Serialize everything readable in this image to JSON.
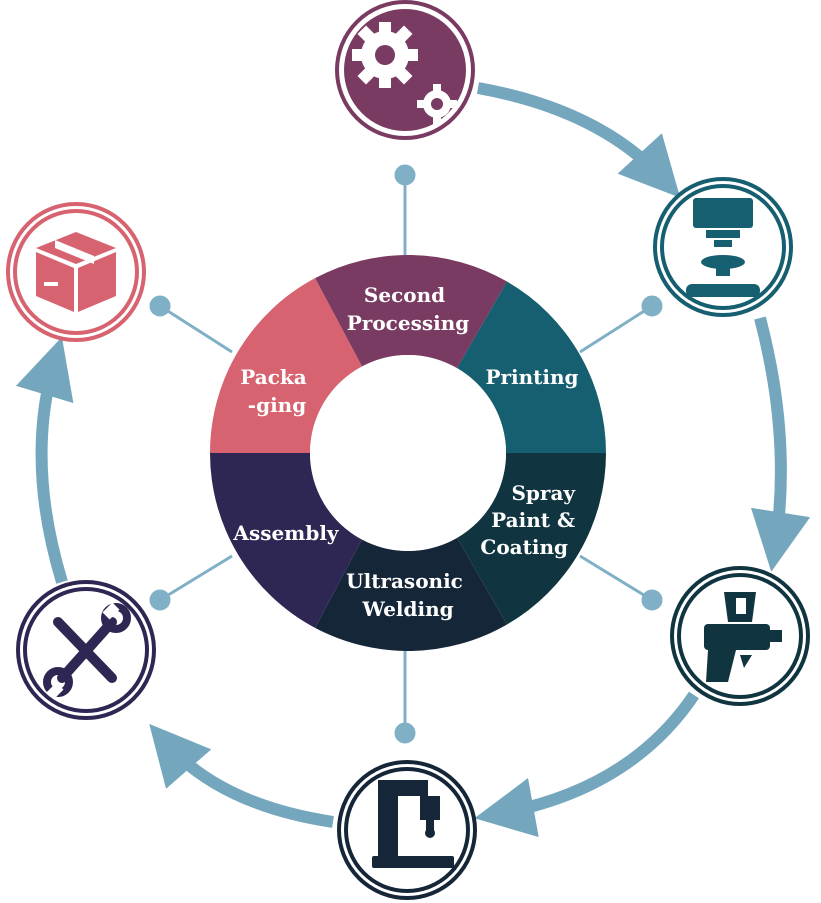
{
  "diagram": {
    "stages": [
      {
        "id": "second-processing",
        "lines": [
          "Second",
          "Processing"
        ],
        "color": "#7a3b62",
        "icon": "gears-icon"
      },
      {
        "id": "printing",
        "lines": [
          "Printing"
        ],
        "color": "#165f70",
        "icon": "printer-press-icon"
      },
      {
        "id": "spray-paint-coating",
        "lines": [
          "Spray",
          "Paint &",
          "Coating"
        ],
        "color": "#103540",
        "icon": "spray-gun-icon"
      },
      {
        "id": "ultrasonic-welding",
        "lines": [
          "Ultrasonic",
          "Welding"
        ],
        "color": "#162639",
        "icon": "welding-machine-icon"
      },
      {
        "id": "assembly",
        "lines": [
          "Assembly"
        ],
        "color": "#2e2753",
        "icon": "wrench-screwdriver-icon"
      },
      {
        "id": "packaging",
        "lines": [
          "Packa",
          "-ging"
        ],
        "color": "#d6636f",
        "icon": "box-icon"
      }
    ],
    "arrow_color": "#74a7bd",
    "connector_color": "#7fb0c6"
  }
}
